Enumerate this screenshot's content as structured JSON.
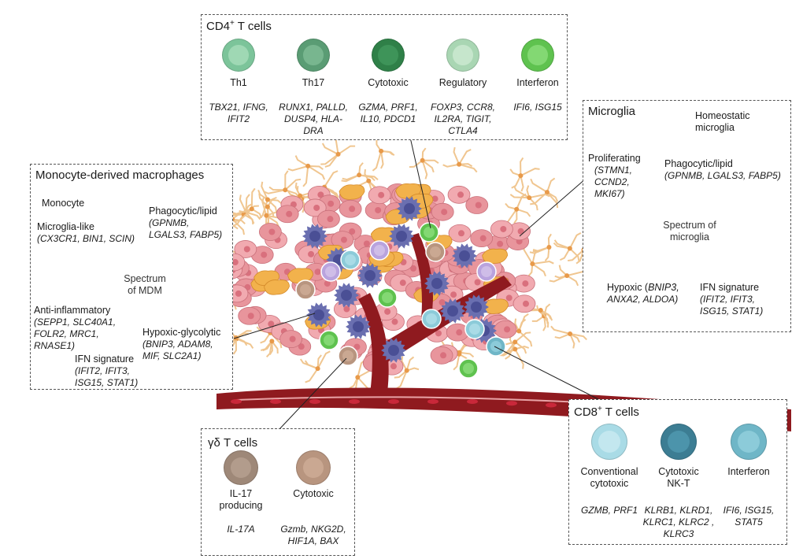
{
  "cd4": {
    "title": "CD4",
    "title_sup": "+",
    "title_suffix": " T cells",
    "cells": [
      {
        "name": "Th1",
        "genes": [
          "TBX21, IFNG,",
          "IFIT2"
        ],
        "color": "#7cc49a",
        "core": "#9fd8b4"
      },
      {
        "name": "Th17",
        "genes": [
          "RUNX1, PALLD,",
          "DUSP4, HLA-",
          "DRA"
        ],
        "color": "#5a9c74",
        "core": "#78b68f"
      },
      {
        "name": "Cytotoxic",
        "genes": [
          "GZMA, PRF1,",
          "IL10, PDCD1"
        ],
        "color": "#2f8048",
        "core": "#3e9459"
      },
      {
        "name": "Regulatory",
        "genes": [
          "FOXP3, CCR8,",
          "IL2RA, TIGIT,",
          "CTLA4"
        ],
        "color": "#a9d6b3",
        "core": "#c6e6cc"
      },
      {
        "name": "Interferon",
        "genes": [
          "IFI6, ISG15"
        ],
        "color": "#5fc24f",
        "core": "#83d873"
      }
    ]
  },
  "microglia": {
    "title": "Microglia",
    "homeostatic": [
      "Homeostatic",
      "microglia"
    ],
    "proliferating": [
      "Proliferating"
    ],
    "proliferating_genes": [
      "(STMN1,",
      "CCND2,",
      "MKI67)"
    ],
    "phago_label": "Phagocytic/lipid",
    "phago_genes": "(GPNMB, LGALS3,  FABP5)",
    "ring": [
      "Spectrum of",
      "microglia"
    ],
    "hypoxic_label": "Hypoxic (",
    "hypoxic_genes": [
      "BNIP3,",
      "ANXA2, ALDOA)"
    ],
    "ifn_label": "IFN signature",
    "ifn_genes": [
      "(IFIT2, IFIT3,",
      "ISG15, STAT1)"
    ]
  },
  "mdm": {
    "title": "Monocyte-derived macrophages",
    "monocyte": "Monocyte",
    "microglia_like": "Microglia-like",
    "microglia_like_genes": "(CX3CR1, BIN1, SCIN)",
    "phago_label": "Phagocytic/lipid",
    "phago_genes": [
      "(GPNMB,",
      "LGALS3,   FABP5)"
    ],
    "ring": [
      "Spectrum",
      "of MDM"
    ],
    "anti_label": "Anti-inflammatory",
    "anti_genes": [
      "(SEPP1, SLC40A1,",
      "FOLR2, MRC1,",
      "RNASE1)"
    ],
    "ifn_label": "IFN signature",
    "ifn_genes": [
      "(IFIT2, IFIT3,",
      "ISG15, STAT1)"
    ],
    "hypoxic_label": "Hypoxic-glycolytic",
    "hypoxic_genes": [
      "(BNIP3, ADAM8,",
      "MIF, SLC2A1)"
    ]
  },
  "gd": {
    "title": "γδ T cells",
    "cells": [
      {
        "name": [
          "IL-17",
          "producing"
        ],
        "genes": [
          "IL-17A"
        ],
        "color": "#9e8878",
        "core": "#b29c8c"
      },
      {
        "name": [
          "Cytotoxic"
        ],
        "genes": [
          "Gzmb, NKG2D,",
          "HIF1A, BAX"
        ],
        "color": "#b8957f",
        "core": "#caa892"
      }
    ]
  },
  "cd8": {
    "title": "CD8",
    "title_sup": "+",
    "title_suffix": " T cells",
    "cells": [
      {
        "name": [
          "Conventional",
          "cytotoxic"
        ],
        "genes": [
          "GZMB, PRF1"
        ],
        "color": "#a9dbe6",
        "core": "#c3e7ef"
      },
      {
        "name": [
          "Cytotoxic",
          "NK-T"
        ],
        "genes": [
          "KLRB1, KLRD1,",
          "KLRC1, KLRC2 ,",
          "KLRC3"
        ],
        "color": "#3c7d93",
        "core": "#4c94ab"
      },
      {
        "name": [
          "Interferon"
        ],
        "genes": [
          "IFI6, ISG15,",
          "STAT5"
        ],
        "color": "#6fb6c7",
        "core": "#8ccbd9"
      }
    ]
  },
  "colors": {
    "vessel": "#8f1a1f",
    "tumor": "#e8959c",
    "macrophage": "#6a6fb0",
    "microglia_cell": "#f2b24c",
    "homeostatic": "#f0c690",
    "monocyte": "#b9a3de"
  }
}
